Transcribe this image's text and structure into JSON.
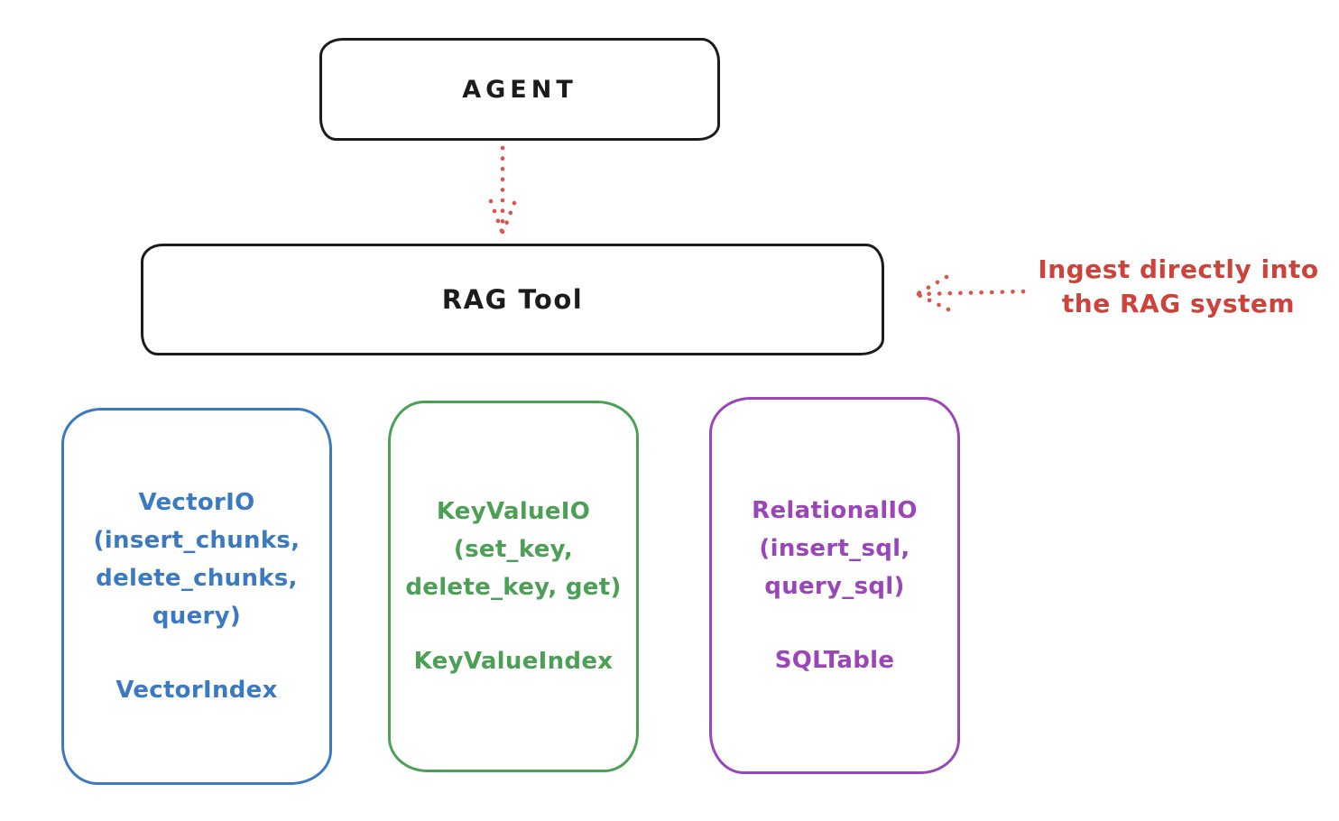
{
  "colors": {
    "stroke_black": "#1c1c1c",
    "arrow_red": "#dd544a",
    "annotation_red": "#cd423b",
    "vector_blue": "#3b7ac2",
    "keyvalue_green": "#4ba055",
    "relational_purple": "#9a45b8",
    "background": "#ffffff"
  },
  "agent": {
    "label": "AGENT"
  },
  "rag_tool": {
    "label": "RAG Tool"
  },
  "annotation": {
    "line1": "Ingest directly into",
    "line2": "the RAG system"
  },
  "boxes": {
    "vector": {
      "lines": [
        "VectorIO",
        "(insert_chunks,",
        "delete_chunks,",
        "query)"
      ],
      "index": "VectorIndex"
    },
    "keyvalue": {
      "lines": [
        "KeyValueIO",
        "(set_key,",
        "delete_key, get)"
      ],
      "index": "KeyValueIndex"
    },
    "relational": {
      "lines": [
        "RelationalIO",
        "(insert_sql,",
        "query_sql)"
      ],
      "index": "SQLTable"
    }
  }
}
